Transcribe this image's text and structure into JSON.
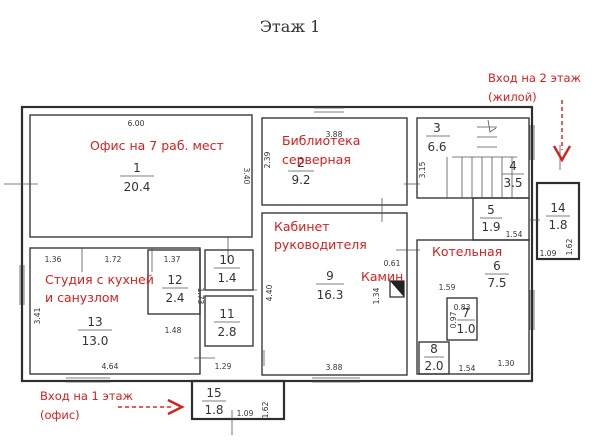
{
  "title": "Этаж 1",
  "labels": {
    "entrance_2": [
      "Вход на 2 этаж",
      "(жилой)"
    ],
    "entrance_1": [
      "Вход на 1 этаж",
      "(офис)"
    ],
    "office": "Офис на 7 раб. мест",
    "library": [
      "Библиотека",
      "серверная"
    ],
    "cabinet": [
      "Кабинет",
      "руководителя"
    ],
    "kotelnaya": "Котельная",
    "kamin": "Камин",
    "studio": [
      "Студия с кухней",
      "и санузлом"
    ]
  },
  "rooms": [
    {
      "num": "1",
      "area": "20.4"
    },
    {
      "num": "2",
      "area": "9.2"
    },
    {
      "num": "3",
      "area": "6.6"
    },
    {
      "num": "4",
      "area": "3.5"
    },
    {
      "num": "5",
      "area": "1.9"
    },
    {
      "num": "6",
      "area": "7.5"
    },
    {
      "num": "7",
      "area": "1.0"
    },
    {
      "num": "8",
      "area": "2.0"
    },
    {
      "num": "9",
      "area": "16.3"
    },
    {
      "num": "10",
      "area": "1.4"
    },
    {
      "num": "11",
      "area": "2.8"
    },
    {
      "num": "12",
      "area": "2.4"
    },
    {
      "num": "13",
      "area": "13.0"
    },
    {
      "num": "14",
      "area": "1.8"
    },
    {
      "num": "15",
      "area": "1.8"
    }
  ],
  "dims": {
    "d600": "6.00",
    "d340": "3.40",
    "d388a": "3.88",
    "d239": "2.39",
    "d315": "3.15",
    "d154a": "1.54",
    "d109a": "1.09",
    "d162a": "1.62",
    "d061": "0.61",
    "d440": "4.40",
    "d134": "1.34",
    "d159": "1.59",
    "d083": "0.83",
    "d097": "0.97",
    "d130": "1.30",
    "d154b": "1.54",
    "d388b": "3.88",
    "d136": "1.36",
    "d172": "1.72",
    "d137": "1.37",
    "d173": "1.73",
    "d341": "3.41",
    "d148": "1.48",
    "d464": "4.64",
    "d129": "1.29",
    "d109b": "1.09",
    "d162b": "1.62"
  },
  "colors": {
    "accent": "#d42020",
    "wall": "#2e2e2e"
  }
}
